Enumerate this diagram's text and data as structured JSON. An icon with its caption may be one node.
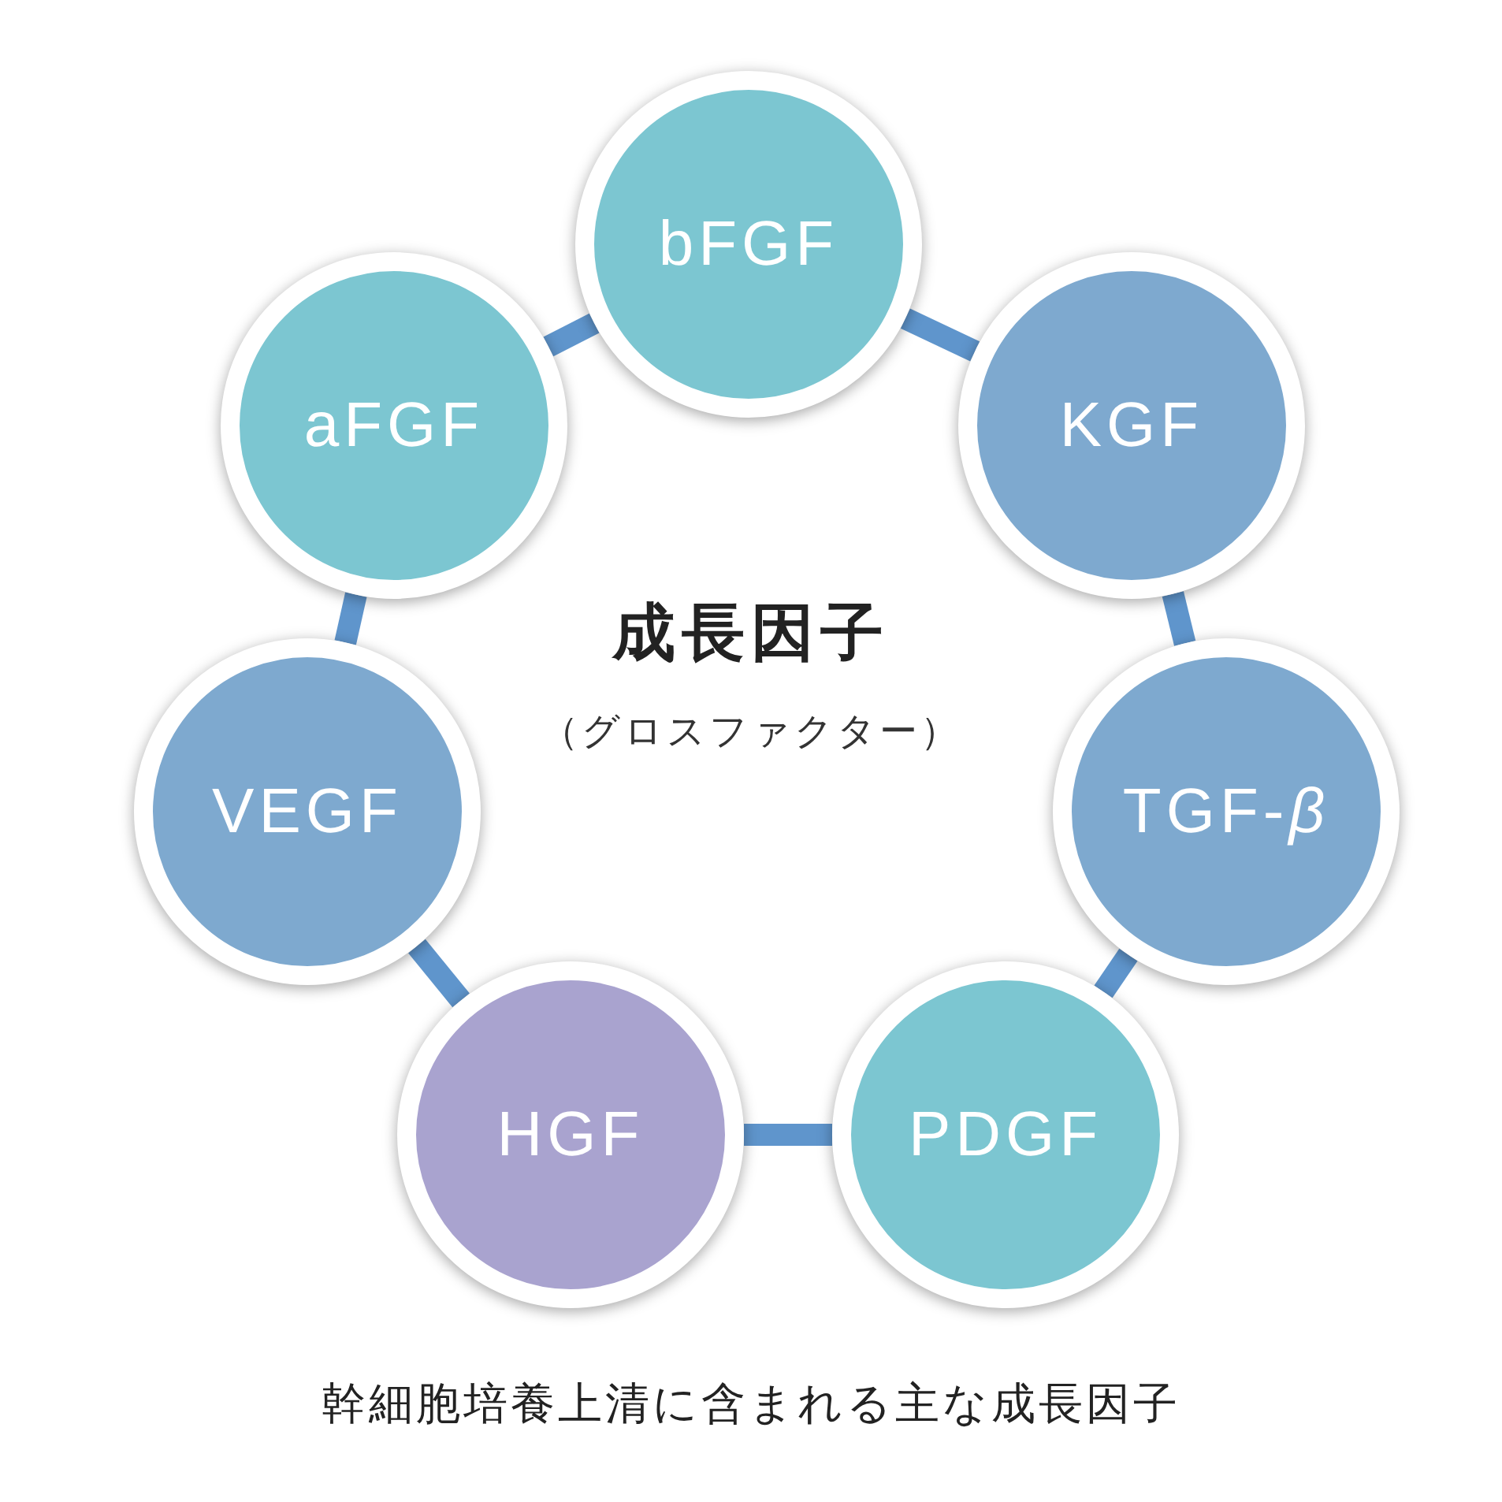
{
  "diagram": {
    "caption": "幹細胞培養上清に含まれる主な成長因子",
    "nodes": [
      {
        "text": [
          "bFGF"
        ]
      },
      {
        "text": [
          "KGF"
        ]
      },
      {
        "text": [
          "TGF-*β*"
        ]
      },
      {
        "text": [
          "PDGF"
        ]
      },
      {
        "text": [
          "HGF"
        ]
      },
      {
        "text": [
          "VEGF"
        ]
      },
      {
        "text": [
          "aFGF"
        ]
      }
    ],
    "edges": [
      {
        "from": 0,
        "to": 1,
        "arrow": "none"
      },
      {
        "from": 1,
        "to": 2,
        "arrow": "none"
      },
      {
        "from": 2,
        "to": 3,
        "arrow": "none"
      },
      {
        "from": 3,
        "to": 4,
        "arrow": "none"
      },
      {
        "from": 4,
        "to": 5,
        "arrow": "none"
      },
      {
        "from": 5,
        "to": 6,
        "arrow": "none"
      },
      {
        "from": 6,
        "to": 0,
        "arrow": "none"
      }
    ],
    "labels": [
      "成長因子",
      "（グロスファクター）"
    ]
  }
}
